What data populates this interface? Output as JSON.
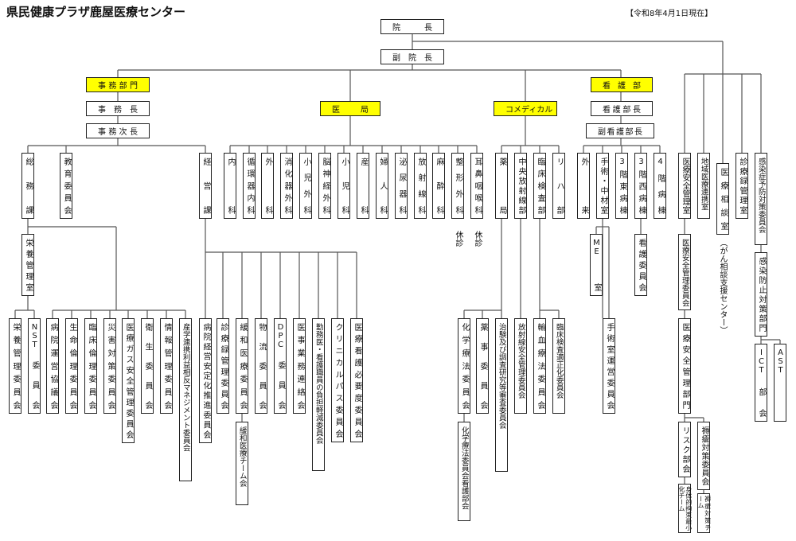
{
  "title": "県民健康プラザ鹿屋医療センター",
  "date": "【令和8年4月1日現在】",
  "boxes": {
    "director": "院長",
    "vice_director": "副院長",
    "admin_dept": "事務部門",
    "admin_chief": "事務長",
    "admin_deputy": "事務次長",
    "general_affairs": "総務課",
    "education_committee": "教育委員会",
    "management_section": "経営課",
    "nutrition_office": "栄養管理室",
    "nutrition_committee": "栄養管理委員会",
    "nst_committee": "NST委員会",
    "hospital_council": "病院運営協議会",
    "bioethics_committee": "生命倫理委員会",
    "clinical_ethics_committee": "臨床倫理委員会",
    "disaster_committee": "災害対策委員会",
    "medical_gas_committee": "医療ガス安全管理委員会",
    "hygiene_committee": "衛生委員会",
    "info_committee": "情報管理委員会",
    "coi_committee": "産学連携利益相反マネジメント委員会",
    "stability_committee": "病院経営安定化推進委員会",
    "records_committee": "診療録管理委員会",
    "palliative_committee": "緩和医療委員会",
    "palliative_team": "緩和医療チーム会",
    "logistics_committee": "物流委員会",
    "dpc_committee": "DPC委員会",
    "affairs_liaison": "医事業務連絡会",
    "burden_committee": "勤務医・看護職員の負担軽減委員会",
    "clinical_path_committee": "クリニカルパス委員会",
    "nursing_need_committee": "医療看護必要度委員会",
    "medical_bureau": "医局",
    "internal": "内科",
    "cardio": "循環器内科",
    "surgery": "外科",
    "gi_surgery": "消化器外科",
    "ped_surgery": "小児外科",
    "neurosurgery": "脳神経外科",
    "pediatrics": "小児科",
    "obstetrics": "産科",
    "gynecology": "婦人科",
    "urology": "泌尿器科",
    "radiology": "放射線科",
    "anesthesia": "麻酔科",
    "orthopedics": "整形外科",
    "ent": "耳鼻咽喉科",
    "comedical": "コメディカル",
    "pharmacy": "薬局",
    "central_radiology": "中央放射線部",
    "clinical_lab": "臨床検査部",
    "rehab": "リハ部",
    "chemo_committee": "化学療法委員会",
    "chemo_nursing": "化学療法委員会看護部会",
    "pharma_affairs": "薬事委員会",
    "trial_committee": "治験及び調査研究等審査委員会",
    "radiation_safety": "放射線安全管理委員会",
    "transfusion_committee": "輸血療法委員会",
    "lab_qc_committee": "臨床検査適正化委員会",
    "nursing_dept": "看護部",
    "nursing_director": "看護部長",
    "nursing_deputy": "副看護部長",
    "outpatient": "外来",
    "or_supply": "手術・中材室",
    "ward_3e": "3階東病棟",
    "ward_3w": "3階西病棟",
    "ward_4": "4階病棟",
    "me_room": "ME室",
    "or_committee": "手術室運営委員会",
    "nursing_committee": "看護委員会",
    "safety_office": "医療安全管理室",
    "regional_office": "地域医療連携室",
    "consult_office": "医療相談室",
    "records_office": "診療録管理室",
    "infection_committee": "感染症予防対策委員会",
    "safety_committee": "医療安全管理委員会",
    "safety_division": "医療安全管理部門",
    "risk_group": "リスク部会",
    "restraint_team": "身体的拘束最小化チーム",
    "pressure_committee": "褥瘡対策委員会",
    "pressure_team": "褥瘡対策チーム",
    "infection_division": "感染防止対策部門",
    "ict_group": "ICT部会",
    "ast": "AST"
  },
  "notes": {
    "cancer_center": "（がん相談支援センター）",
    "ortho_closed": "休診",
    "ent_closed": "休診"
  },
  "colors": {
    "highlight": "#ffff00",
    "line": "#555555"
  }
}
